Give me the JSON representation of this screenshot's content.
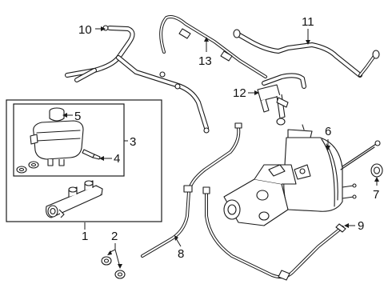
{
  "callouts": {
    "c1": "1",
    "c2": "2",
    "c3": "3",
    "c4": "4",
    "c5": "5",
    "c6": "6",
    "c7": "7",
    "c8": "8",
    "c9": "9",
    "c10": "10",
    "c11": "11",
    "c12": "12",
    "c13": "13"
  },
  "colors": {
    "stroke": "#1a1a1a",
    "background": "#ffffff"
  }
}
